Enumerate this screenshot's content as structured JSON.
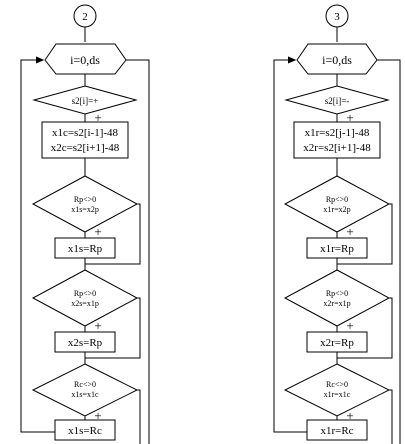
{
  "connectors": [
    "2",
    "3"
  ],
  "left": {
    "loop": "i=0,ds",
    "cond1": "s2[i]=+",
    "proc1_line1": "x1c=s2[i-1]-48",
    "proc1_line2": "x2c=s2[i+1]-48",
    "cond2_line1": "Rp<>0",
    "cond2_line2": "x1s=x2p",
    "proc2": "x1s=Rp",
    "cond3_line1": "Rp<>0",
    "cond3_line2": "x2s=x1p",
    "proc3": "x2s=Rp",
    "cond4_line1": "Rc<>0",
    "cond4_line2": "x1s=x1c",
    "proc4": "x1s=Rc"
  },
  "right": {
    "loop": "i=0,ds",
    "cond1": "s2[i]=-",
    "proc1_line1": "x1r=s2[j-1]-48",
    "proc1_line2": "x2r=s2[i+1]-48",
    "cond2_line1": "Rp<>0",
    "cond2_line2": "x1r=x2p",
    "proc2": "x1r=Rp",
    "cond3_line1": "Rp<>0",
    "cond3_line2": "x2r=x1p",
    "proc3": "x2r=Rp",
    "cond4_line1": "Rc<>0",
    "cond4_line2": "x1r=x1c",
    "proc4": "x1r=Rc"
  },
  "plus_sign": "+"
}
